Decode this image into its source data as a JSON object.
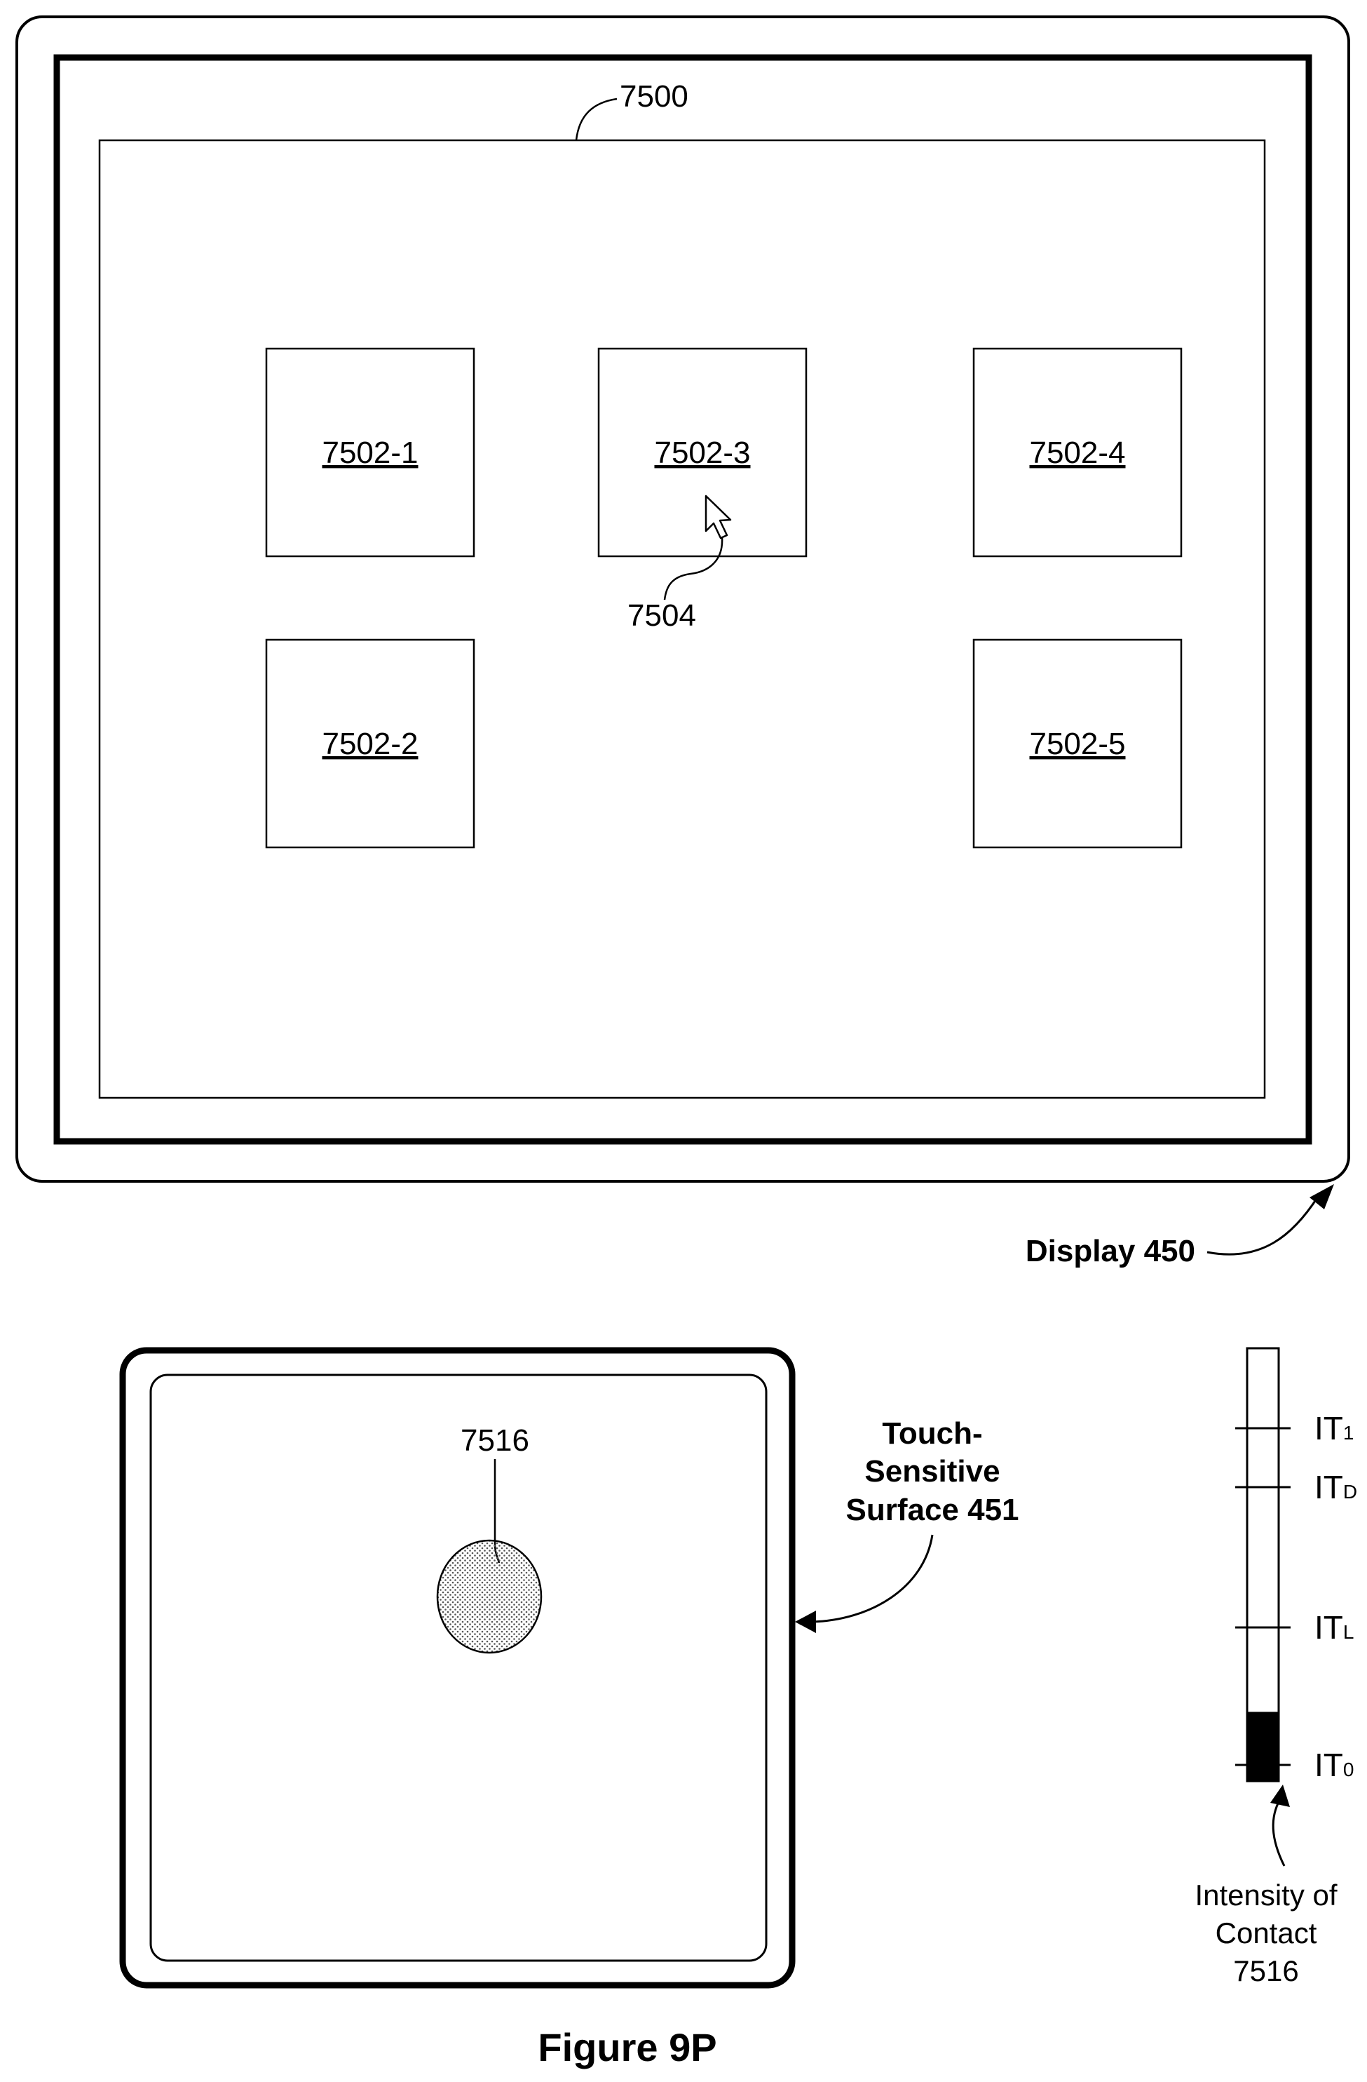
{
  "display": {
    "screen_ref": "7500",
    "caption": "Display 450",
    "icons": [
      {
        "label": "7502-1"
      },
      {
        "label": "7502-2"
      },
      {
        "label": "7502-3"
      },
      {
        "label": "7502-4"
      },
      {
        "label": "7502-5"
      }
    ],
    "cursor_ref": "7504"
  },
  "touch_surface": {
    "caption_lines": [
      "Touch-",
      "Sensitive",
      "Surface 451"
    ],
    "contact_ref": "7516"
  },
  "intensity_meter": {
    "thresholds": [
      {
        "base": "IT",
        "sub": "1"
      },
      {
        "base": "IT",
        "sub": "D"
      },
      {
        "base": "IT",
        "sub": "L"
      },
      {
        "base": "IT",
        "sub": "0"
      }
    ],
    "fill_level_fraction": 0.16,
    "caption_lines": [
      "Intensity of",
      "Contact",
      "7516"
    ]
  },
  "figure_caption": "Figure 9P"
}
